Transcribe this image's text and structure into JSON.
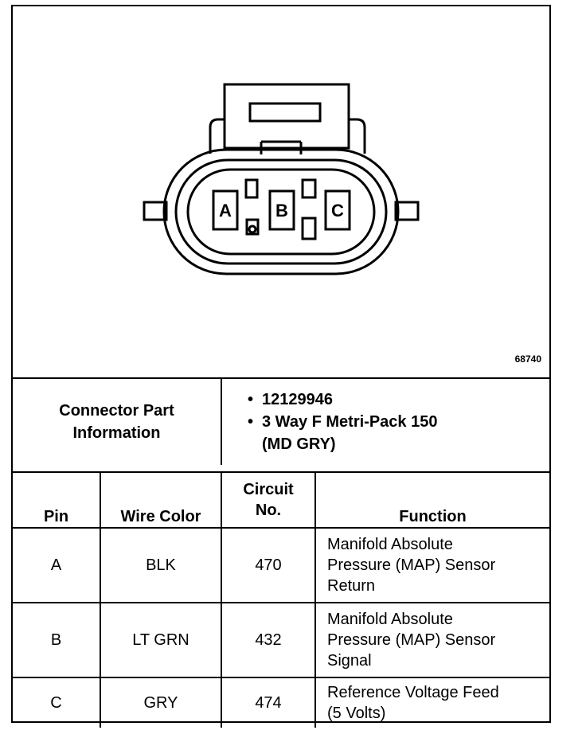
{
  "figure": {
    "pin_labels": [
      "A",
      "B",
      "C"
    ],
    "figure_id": "68740"
  },
  "connector_info": {
    "label_line1": "Connector Part",
    "label_line2": "Information",
    "items": [
      "12129946",
      "3 Way F Metri-Pack 150",
      "(MD GRY)"
    ]
  },
  "table": {
    "headers": {
      "pin": "Pin",
      "wire_color": "Wire Color",
      "circuit_line1": "Circuit",
      "circuit_line2": "No.",
      "function": "Function"
    },
    "rows": [
      {
        "pin": "A",
        "wire_color": "BLK",
        "circuit": "470",
        "function_lines": [
          "Manifold Absolute",
          "Pressure (MAP) Sensor",
          "Return"
        ]
      },
      {
        "pin": "B",
        "wire_color": "LT GRN",
        "circuit": "432",
        "function_lines": [
          "Manifold Absolute",
          "Pressure (MAP) Sensor",
          "Signal"
        ]
      },
      {
        "pin": "C",
        "wire_color": "GRY",
        "circuit": "474",
        "function_lines": [
          "Reference Voltage Feed",
          "(5 Volts)"
        ]
      }
    ]
  }
}
